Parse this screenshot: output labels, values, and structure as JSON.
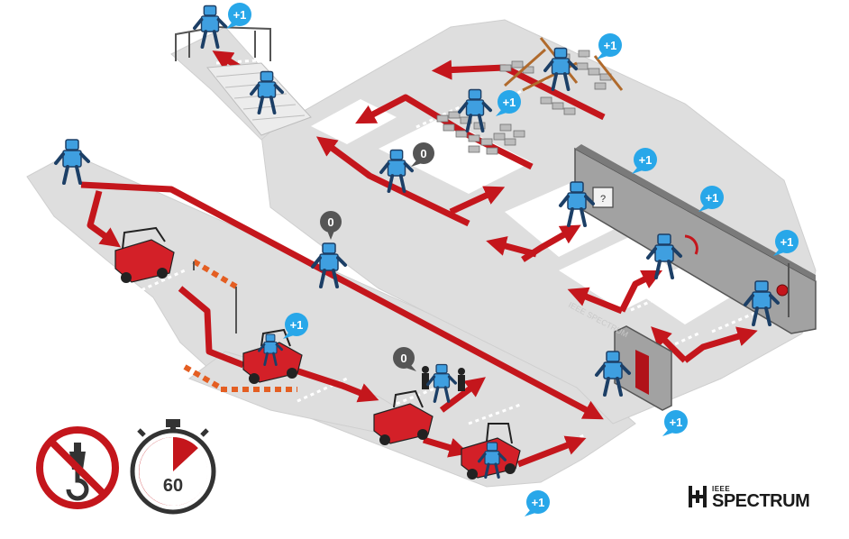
{
  "badges": {
    "bonus": "+1",
    "zero": "0"
  },
  "timer": {
    "seconds": "60"
  },
  "brand": {
    "top": "IEEE",
    "name": "SPECTRUM"
  },
  "watermark": "IEEE SPECTRUM",
  "colors": {
    "floor": "#dedede",
    "floor_edge": "#c9c9c9",
    "path": "#c4161c",
    "robot": "#3f9fe0",
    "robot_dark": "#1c3f66",
    "badge_blue": "#28a7e9",
    "badge_dark": "#555555",
    "vehicle": "#d32028",
    "wall": "#9c9c9c",
    "rubble": "#b9b9b9",
    "prohibit": "#c4161c"
  },
  "icons": {
    "no_hook": "no-crane-hook-icon",
    "stopwatch": "stopwatch-icon"
  }
}
